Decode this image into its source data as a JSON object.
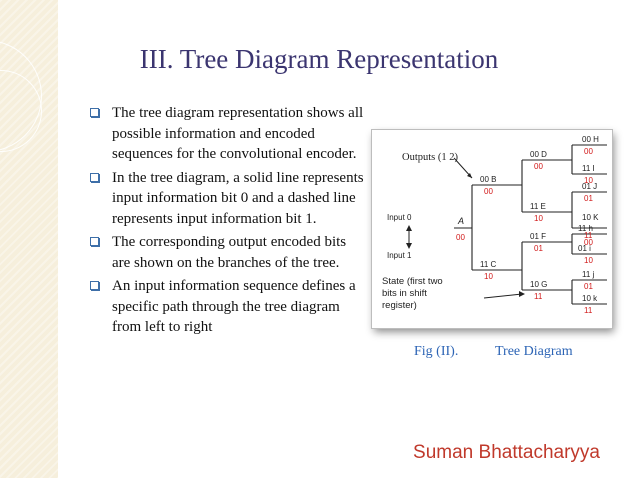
{
  "slide": {
    "title": "III. Tree Diagram Representation",
    "bullets": [
      {
        "text": "The tree diagram representation shows all possible information and encoded sequences for the convolutional encoder."
      },
      {
        "text": "In the tree diagram, a solid line represents input information bit 0 and a dashed line represents input information bit 1."
      },
      {
        "text": "The corresponding output encoded bits are shown on the branches of the tree."
      },
      {
        "text": "An input information sequence defines a specific path through the tree diagram from left to right"
      }
    ],
    "figure": {
      "labels": {
        "outputs": "Outputs (1 2)",
        "input0": "Input 0",
        "input1": "Input 1",
        "state_line1": "State (first two",
        "state_line2": "bits in shift",
        "state_line3": "register)",
        "root_state": "A",
        "root_out": "00"
      },
      "nodes": [
        {
          "state": "00 B",
          "out": "00"
        },
        {
          "state": "11 C",
          "out": "10"
        },
        {
          "state": "00 D",
          "out": "00"
        },
        {
          "state": "11 E",
          "out": "10"
        },
        {
          "state": "01 F",
          "out": "01"
        },
        {
          "state": "10 G",
          "out": "11"
        },
        {
          "state": "00 H",
          "out": "00"
        },
        {
          "state": "11 I",
          "out": "10"
        },
        {
          "state": "01 J",
          "out": "01"
        },
        {
          "state": "10 K",
          "out": "11"
        },
        {
          "state": "11 h",
          "out": "00"
        },
        {
          "state": "01 i",
          "out": "10"
        },
        {
          "state": "11 j",
          "out": "01"
        },
        {
          "state": "10 k",
          "out": "11"
        }
      ]
    },
    "caption_left": "Fig (II).",
    "caption_right": "Tree Diagram",
    "author": "Suman Bhattacharyya",
    "colors": {
      "title": "#3b3570",
      "caption": "#2c64b5",
      "author": "#c0392b",
      "values": "#d11a1a",
      "bullet": "#3e6fa8"
    }
  }
}
